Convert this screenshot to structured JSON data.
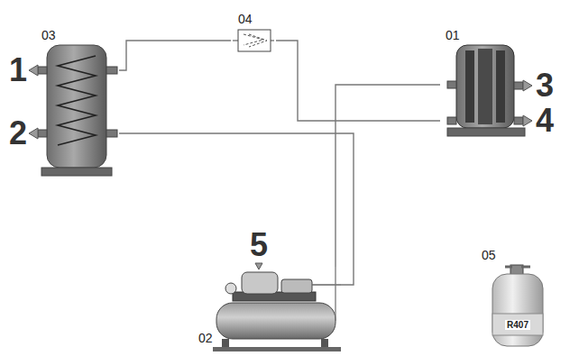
{
  "diagram": {
    "nodes": [
      {
        "text": [
          "03"
        ]
      },
      {
        "text": [
          "04"
        ]
      },
      {
        "text": [
          "01"
        ]
      },
      {
        "text": [
          "02"
        ]
      },
      {
        "text": [
          "05",
          "R407"
        ]
      }
    ],
    "edges": [
      {
        "from": 0,
        "to": 1,
        "arrow": "none"
      },
      {
        "from": 1,
        "to": 2,
        "arrow": "none"
      },
      {
        "from": 0,
        "to": 3,
        "arrow": "none"
      },
      {
        "from": 2,
        "to": 3,
        "arrow": "none"
      }
    ],
    "labels": [
      "1",
      "2",
      "3",
      "4",
      "5"
    ]
  }
}
